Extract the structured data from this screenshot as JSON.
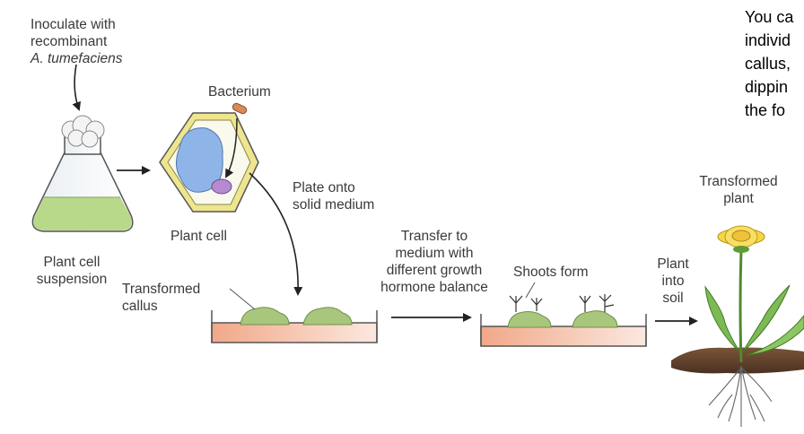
{
  "labels": {
    "inoculate_line1": "Inoculate with",
    "inoculate_line2": "recombinant",
    "inoculate_line3": "A. tumefaciens",
    "bacterium": "Bacterium",
    "plant_cell": "Plant cell",
    "plate_onto_line1": "Plate onto",
    "plate_onto_line2": "solid medium",
    "plant_cell_suspension_line1": "Plant cell",
    "plant_cell_suspension_line2": "suspension",
    "transformed_callus_line1": "Transformed",
    "transformed_callus_line2": "callus",
    "transfer_line1": "Transfer to",
    "transfer_line2": "medium with",
    "transfer_line3": "different growth",
    "transfer_line4": "hormone balance",
    "shoots_form": "Shoots form",
    "plant_into_soil_line1": "Plant",
    "plant_into_soil_line2": "into",
    "plant_into_soil_line3": "soil",
    "transformed_plant_line1": "Transformed",
    "transformed_plant_line2": "plant"
  },
  "side_note": {
    "lines": [
      "You ca",
      "individ",
      "callus,",
      "dippin",
      "the fo"
    ]
  },
  "colors": {
    "medium_green": "#b9d98a",
    "callus_green": "#a9c77c",
    "plate_pink": "#f0b9a2",
    "vacuole_blue": "#8fb4e8",
    "nucleus_purple": "#b58ad0",
    "bacterium_orange": "#d78a5a",
    "cell_wall": "#e6dd88",
    "petal_yellow": "#f5d64a",
    "leaf_green": "#7dba55",
    "soil_brown": "#6b4a33"
  }
}
